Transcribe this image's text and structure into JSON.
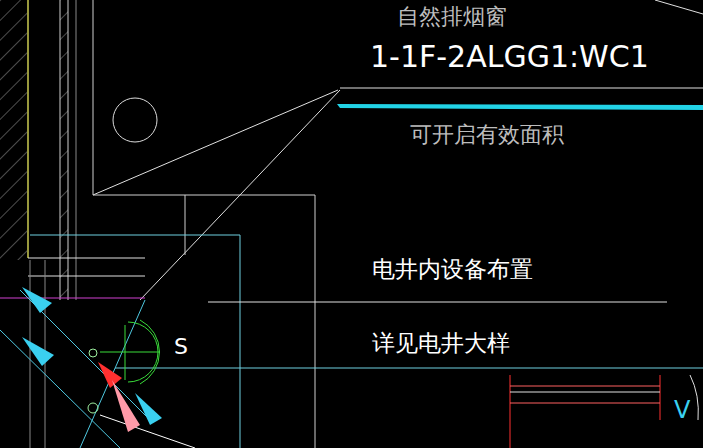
{
  "diagram": {
    "labels": [
      "自然排烟窗",
      "1-1F-2ALGG1:WC1",
      "可开启有效面积",
      "电井内设备布置",
      "详见电井大样",
      "S",
      "V"
    ]
  }
}
